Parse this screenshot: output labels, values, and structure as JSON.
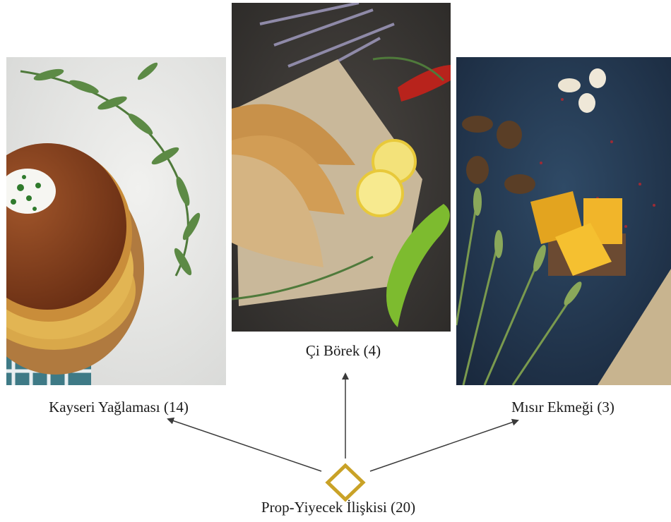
{
  "diagram": {
    "root": {
      "label": "Prop-Yiyecek İlişkisi (20)",
      "icon": "diamond-icon",
      "color": "#c9a227"
    },
    "children": [
      {
        "label": "Kayseri Yağlaması (14)",
        "image": "kayseri-yaglamasi-photo"
      },
      {
        "label": "Çi Börek (4)",
        "image": "ci-borek-photo"
      },
      {
        "label": "Mısır Ekmeği (3)",
        "image": "misir-ekmegi-photo"
      }
    ],
    "arrow_color": "#3a3a3a"
  }
}
